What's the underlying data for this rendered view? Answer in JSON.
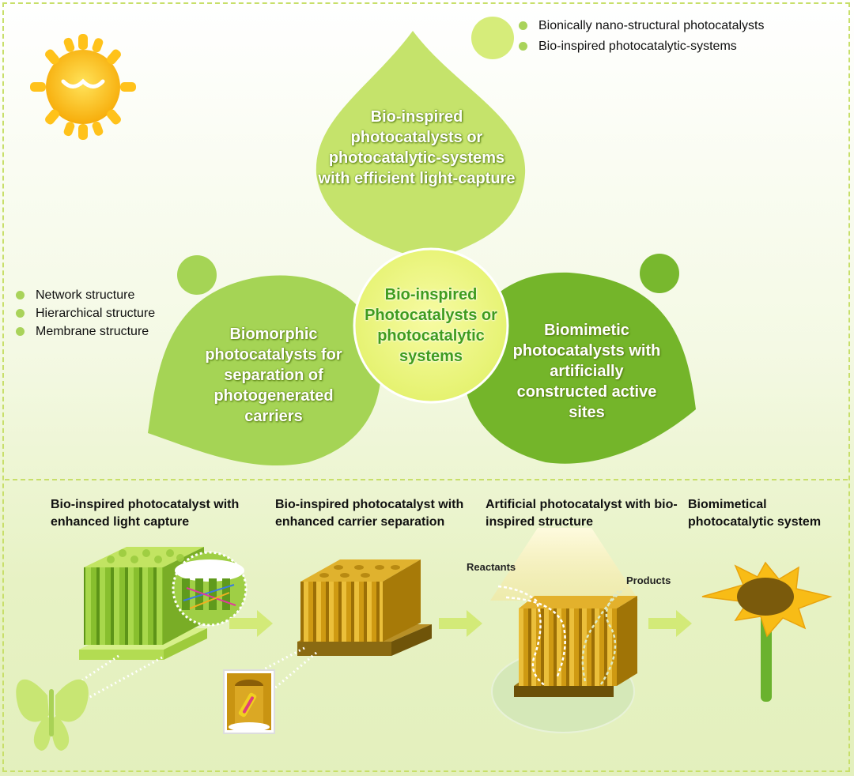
{
  "legend_top": [
    "Bionically nano-structural photocatalysts",
    "Bio-inspired photocatalytic-systems"
  ],
  "legend_left": [
    "Network structure",
    "Hierarchical structure",
    "Membrane structure"
  ],
  "petal_top": "Bio-inspired photocatalysts or photocatalytic-systems with efficient light-capture",
  "petal_left": "Biomorphic photocatalysts for separation of photogenerated carriers",
  "petal_right": "Biomimetic photocatalysts with artificially constructed active sites",
  "center": "Bio-inspired Photocatalysts or photocatalytic systems",
  "captions": [
    "Bio-inspired photocatalyst with enhanced light capture",
    "Bio-inspired photocatalyst with enhanced carrier separation",
    "Artificial photocatalyst with bio-inspired structure",
    "Biomimetical photocatalytic system"
  ],
  "reactants_label": "Reactants",
  "products_label": "Products",
  "colors": {
    "petal_top": "#c5e36b",
    "petal_left": "#a5d455",
    "petal_right": "#74b52a",
    "center": "#eef77a",
    "sun": "#ffc21a",
    "gold_structure": "#d19a14"
  }
}
